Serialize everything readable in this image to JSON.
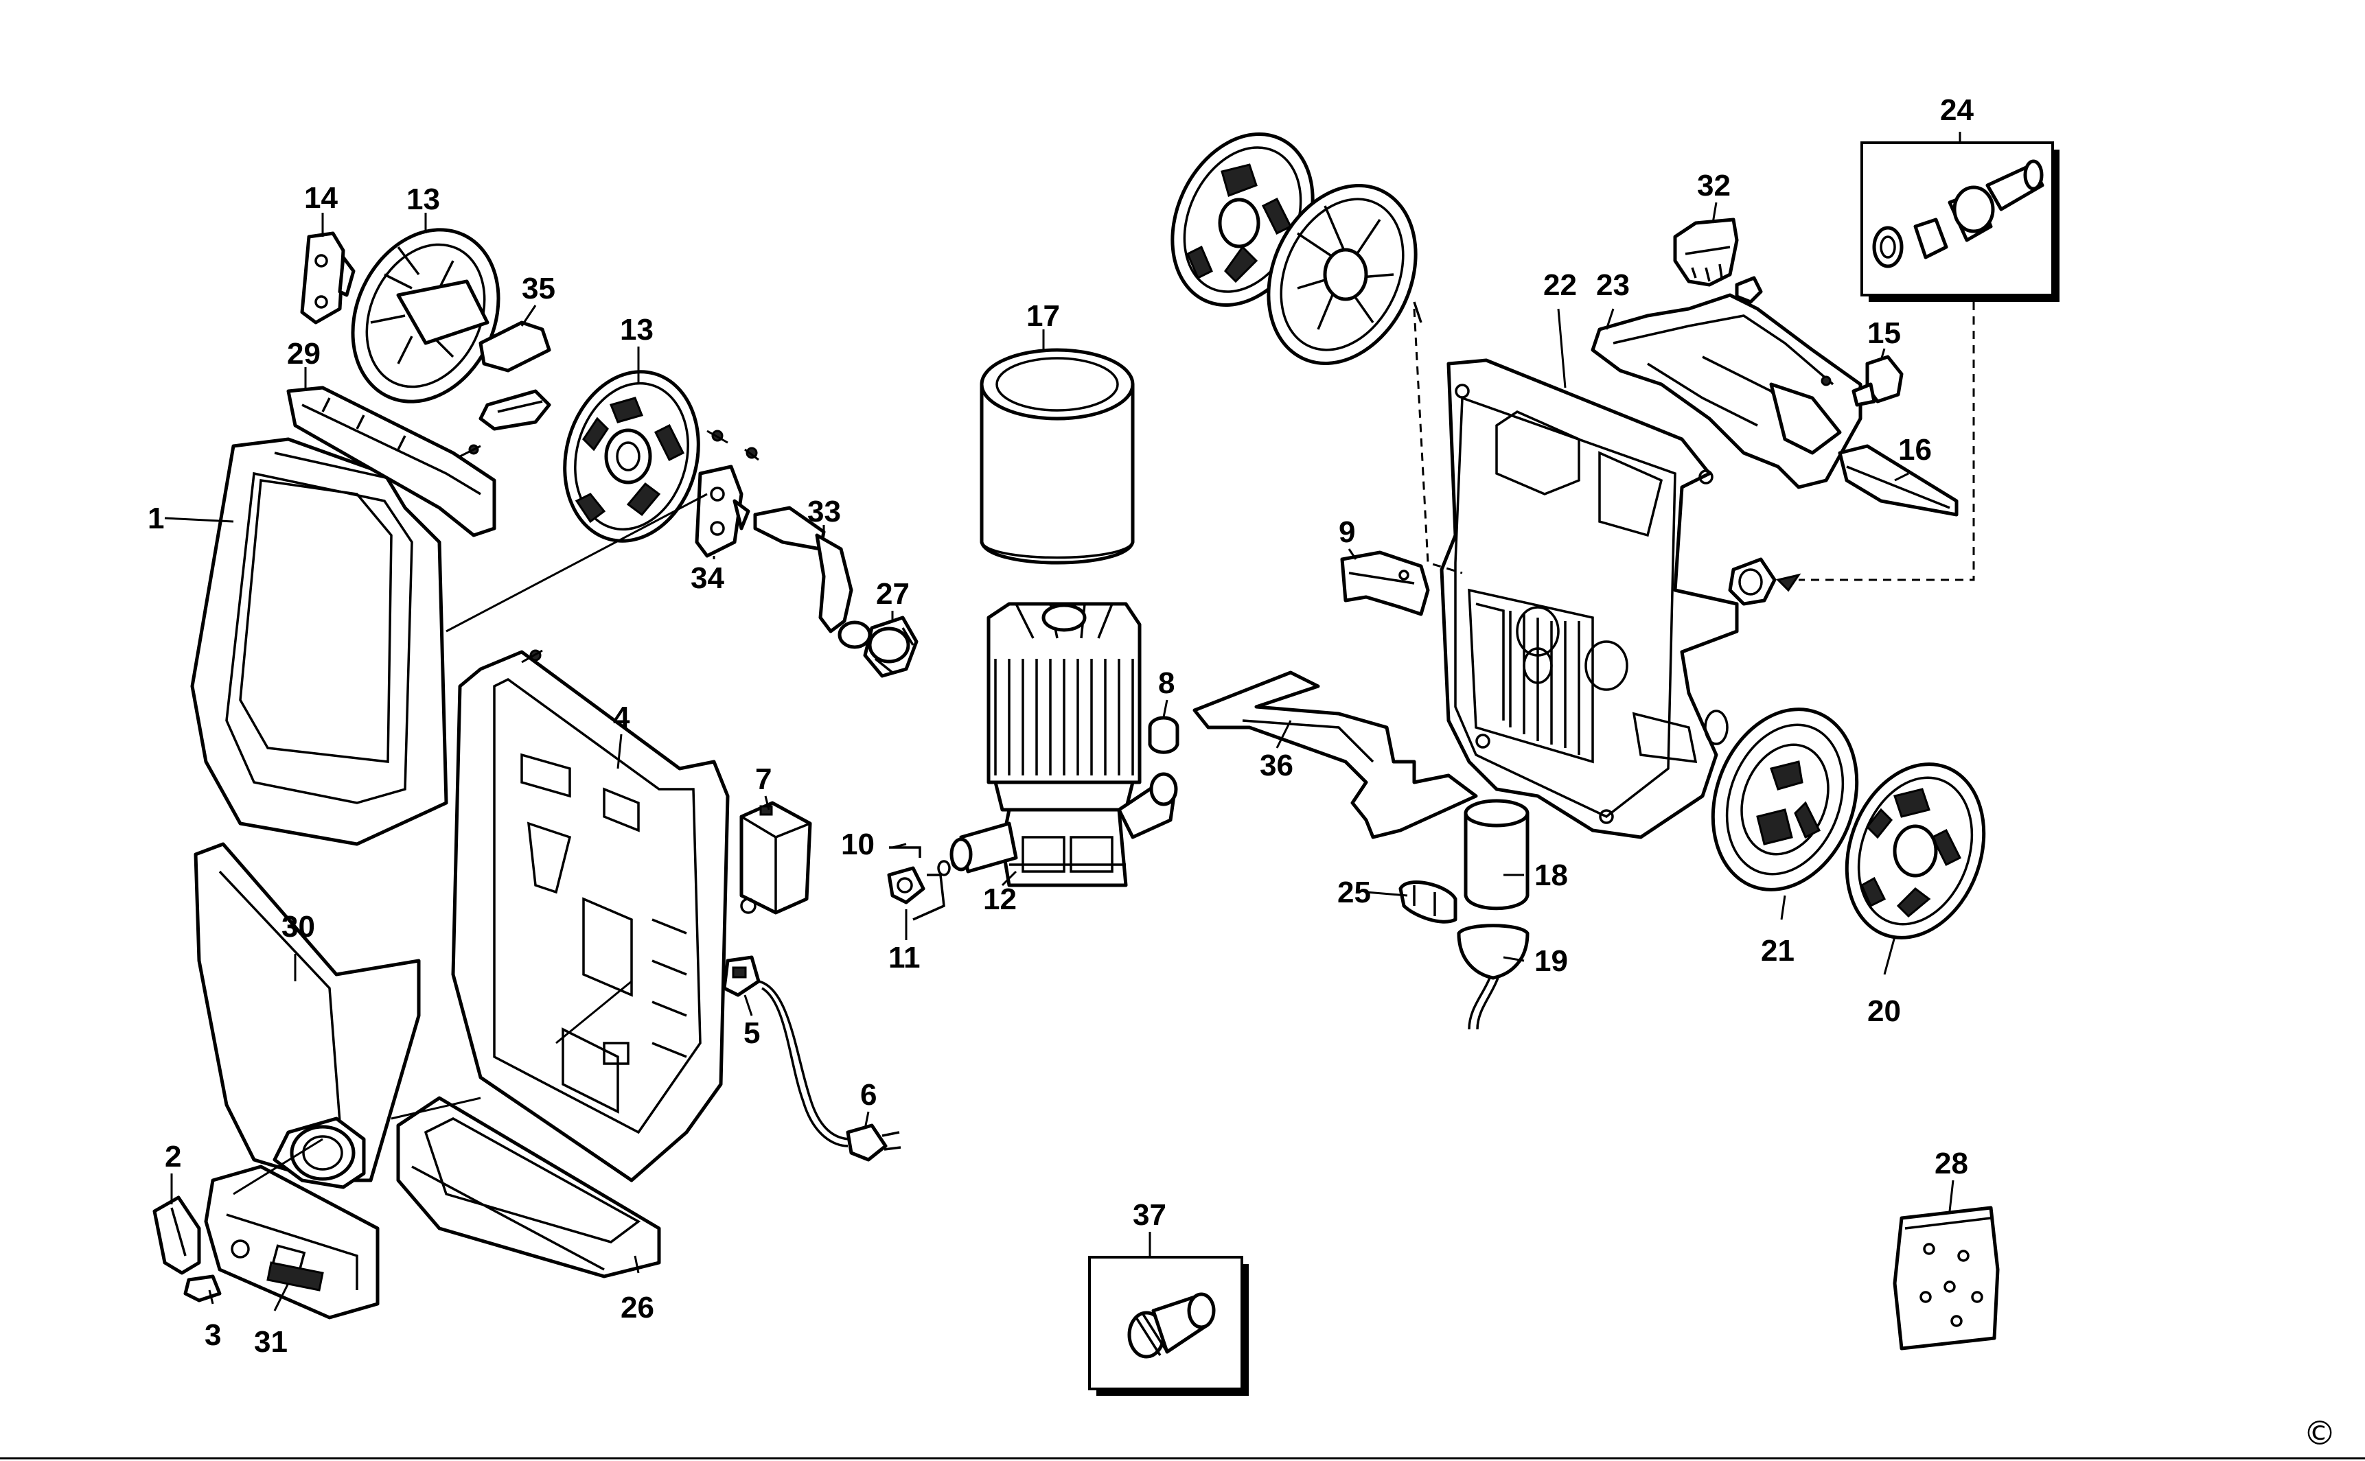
{
  "diagram": {
    "part_numbers": [
      "1",
      "2",
      "3",
      "4",
      "5",
      "6",
      "7",
      "8",
      "9",
      "10",
      "11",
      "12",
      "13",
      "13",
      "14",
      "15",
      "16",
      "17",
      "18",
      "19",
      "20",
      "21",
      "22",
      "23",
      "24",
      "25",
      "26",
      "27",
      "28",
      "29",
      "30",
      "31",
      "32",
      "33",
      "34",
      "35",
      "36",
      "37"
    ],
    "copyright_mark": "©"
  }
}
